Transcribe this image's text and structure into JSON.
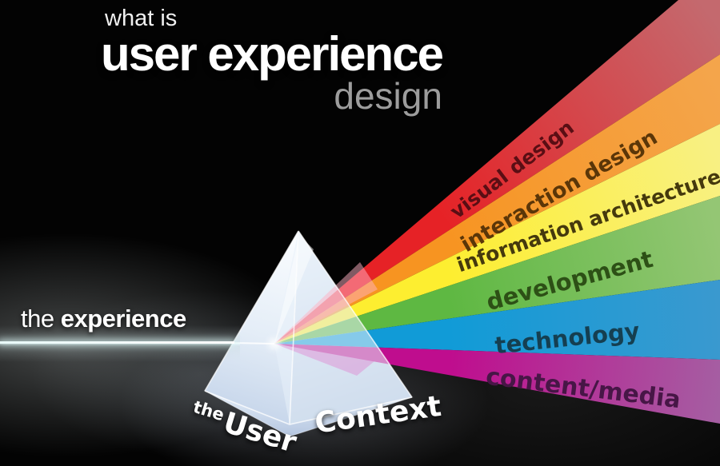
{
  "header": {
    "pre": "what is",
    "title": "user experience",
    "subtitle": "design"
  },
  "beam": {
    "label_regular": "the ",
    "label_bold": "experience"
  },
  "prism": {
    "label_the": "the",
    "label_user": "User",
    "label_context": "Context"
  },
  "spectrum": [
    {
      "label": "visual design",
      "band_color_near": "#e62226",
      "band_color_far": "#c4696e",
      "label_color": "#5a0e14"
    },
    {
      "label": "interaction design",
      "band_color_near": "#f79421",
      "band_color_far": "#f4a54b",
      "label_color": "#5b3608"
    },
    {
      "label": "information architecture",
      "band_color_near": "#fdee30",
      "band_color_far": "#f8f083",
      "label_color": "#45390d"
    },
    {
      "label": "development",
      "band_color_near": "#5eb842",
      "band_color_far": "#94c674",
      "label_color": "#2d5016"
    },
    {
      "label": "technology",
      "band_color_near": "#119bd7",
      "band_color_far": "#3a99cf",
      "label_color": "#153f51"
    },
    {
      "label": "content/media",
      "band_color_near": "#bf0d8e",
      "band_color_far": "#a55ea2",
      "label_color": "#471646"
    }
  ],
  "colors": {
    "background": "#030303",
    "title": "#ffffff",
    "subtitle": "#9d9d9d",
    "beam": "#e9fbfa"
  }
}
